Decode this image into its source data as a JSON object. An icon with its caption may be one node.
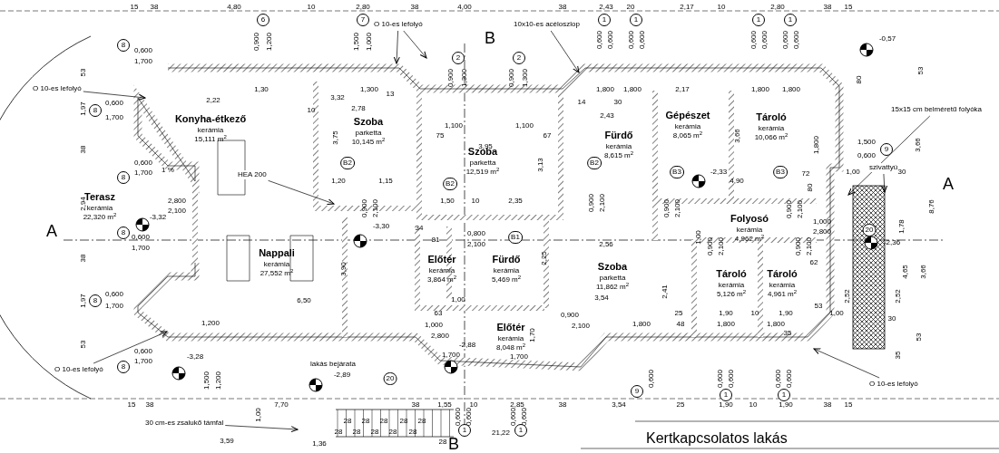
{
  "diagram": {
    "title": "Kertkapcsolatos lakás",
    "nodes": [
      {
        "text": [
          "Konyha-étkező",
          "kerámia",
          "15,111 m$^{2}$"
        ]
      },
      {
        "text": [
          "Szoba",
          "parketta",
          "10,145 m$^{2}$"
        ]
      },
      {
        "text": [
          "Szoba",
          "parketta",
          "12,519 m$^{2}$"
        ]
      },
      {
        "text": [
          "Fürdő",
          "kerámia",
          "8,615 m$^{2}$"
        ]
      },
      {
        "text": [
          "Gépészet",
          "kerámia",
          "8,065 m$^{2}$"
        ]
      },
      {
        "text": [
          "Tároló",
          "kerámia",
          "10,066 m$^{2}$"
        ]
      },
      {
        "text": [
          "Terasz",
          "kerámia",
          "22,320 m$^{2}$"
        ]
      },
      {
        "text": [
          "Nappali",
          "kerámia",
          "27,552 m$^{2}$"
        ]
      },
      {
        "text": [
          "Előtér",
          "kerámia",
          "3,864 m$^{2}$"
        ]
      },
      {
        "text": [
          "Fürdő",
          "kerámia",
          "5,469 m$^{2}$"
        ]
      },
      {
        "text": [
          "Szoba",
          "parketta",
          "11,862 m$^{2}$"
        ]
      },
      {
        "text": [
          "Előtér",
          "kerámia",
          "8,048 m$^{2}$"
        ]
      },
      {
        "text": [
          "Folyosó",
          "kerámia",
          "4,962 m$^{2}$"
        ]
      },
      {
        "text": [
          "Tároló",
          "kerámia",
          "5,126 m$^{2}$"
        ]
      },
      {
        "text": [
          "Tároló",
          "kerámia",
          "4,961 m$^{2}$"
        ]
      },
      {
        "text": [
          "O 10-es lefolyó"
        ]
      },
      {
        "text": [
          "O 10-es lefolyó"
        ]
      },
      {
        "text": [
          "10x10-es acéloszlop"
        ]
      },
      {
        "text": [
          "15x15 cm belméretű folyóka"
        ]
      },
      {
        "text": [
          "szivattyú"
        ]
      },
      {
        "text": [
          "O 10-es lefolyó"
        ]
      },
      {
        "text": [
          "O 10-es lefolyó"
        ]
      },
      {
        "text": [
          "30 cm-es zsalukő támfal"
        ]
      },
      {
        "text": [
          "HEA 200"
        ]
      }
    ],
    "edges": [
      {
        "from": 15,
        "to": null,
        "arrow": "to"
      },
      {
        "from": 16,
        "to": null,
        "arrow": "to"
      },
      {
        "from": 16,
        "to": null,
        "arrow": "to"
      },
      {
        "from": 17,
        "to": null,
        "arrow": "to"
      },
      {
        "from": 18,
        "to": null,
        "arrow": "to"
      },
      {
        "from": 19,
        "to": null,
        "arrow": "to"
      },
      {
        "from": 20,
        "to": null,
        "arrow": "to"
      },
      {
        "from": 21,
        "to": null,
        "arrow": "to"
      },
      {
        "from": 22,
        "to": null,
        "arrow": "to"
      },
      {
        "from": 23,
        "to": null,
        "arrow": "to"
      }
    ],
    "labels": [
      "15",
      "38",
      "4,80",
      "10",
      "2,80",
      "38",
      "4,00",
      "38",
      "2,43",
      "20",
      "2,17",
      "10",
      "2,80",
      "38",
      "15",
      "6",
      "0,900",
      "1,200",
      "7",
      "1,500",
      "1,000",
      "B",
      "2",
      "0,900",
      "1,300",
      "2",
      "0,900",
      "1,300",
      "1",
      "0,600",
      "0,600",
      "1",
      "0,600",
      "0,600",
      "1",
      "0,600",
      "0,600",
      "1",
      "0,600",
      "0,600",
      "-0,57",
      "8",
      "0,600",
      "1,700",
      "53",
      "1,97",
      "8",
      "0,600",
      "1,700",
      "38",
      "8",
      "0,600",
      "1,700",
      "1,30",
      "2,22",
      "10",
      "3,32",
      "1,300",
      "13",
      "2,78",
      "1,800",
      "1,800",
      "14",
      "30",
      "2,43",
      "2,17",
      "1,800",
      "1,800",
      "80",
      "53",
      "75",
      "1,100",
      "1,100",
      "67",
      "3,95",
      "3,75",
      "3,66",
      "1,800",
      "1,500",
      "9",
      "0,600",
      "3,66",
      "1 %",
      "1,20",
      "1,15",
      "3,13",
      "B2",
      "B2",
      "B2",
      "B3",
      "-2,33",
      "4,90",
      "B3",
      "72",
      "1,00",
      "30",
      "A",
      "2,94",
      "2,800",
      "2,100",
      "-3,32",
      "0,900",
      "2,100",
      "1,50",
      "10",
      "2,35",
      "0,900",
      "2,100",
      "0,900",
      "2,100",
      "0,900",
      "2,100",
      "80",
      "8,76",
      "A",
      "8",
      "0,600",
      "1,700",
      "-3,30",
      "34",
      "81",
      "0,800",
      "2,100",
      "B1",
      "2,25",
      "2,56",
      "1,00",
      "0,900",
      "2,100",
      "0,900",
      "2,100",
      "1,000",
      "2,800",
      "20",
      "-2,36",
      "1,78",
      "4,65",
      "3,66",
      "62",
      "38",
      "3,90",
      "1,97",
      "8",
      "0,600",
      "1,700",
      "6,50",
      "1,00",
      "3,54",
      "2,41",
      "2,52",
      "2,52",
      "63",
      "0,900",
      "25",
      "1,90",
      "10",
      "1,90",
      "53",
      "1,00",
      "30",
      "1,000",
      "2,100",
      "1,800",
      "48",
      "1,800",
      "1,800",
      "2,800",
      "1,70",
      "35",
      "53",
      "35",
      "8",
      "0,600",
      "1,700",
      "53",
      "1,200",
      "-3,28",
      "-2,88",
      "1,700",
      "1,700",
      "lakás bejárata",
      "-2,89",
      "20",
      "1,500",
      "1,200",
      "9",
      "0,600",
      "0,600",
      "0,600",
      "1",
      "0,600",
      "0,600",
      "1",
      "15",
      "38",
      "7,70",
      "38",
      "1,55",
      "10",
      "2,85",
      "38",
      "3,54",
      "25",
      "1,90",
      "10",
      "1,90",
      "38",
      "15",
      "1,00",
      "0,600",
      "0,600",
      "1",
      "0,600",
      "0,600",
      "1",
      "28",
      "28",
      "28",
      "28",
      "28",
      "28",
      "28",
      "28",
      "28",
      "28",
      "28",
      "B",
      "21,22",
      "3,59",
      "1,36"
    ]
  }
}
